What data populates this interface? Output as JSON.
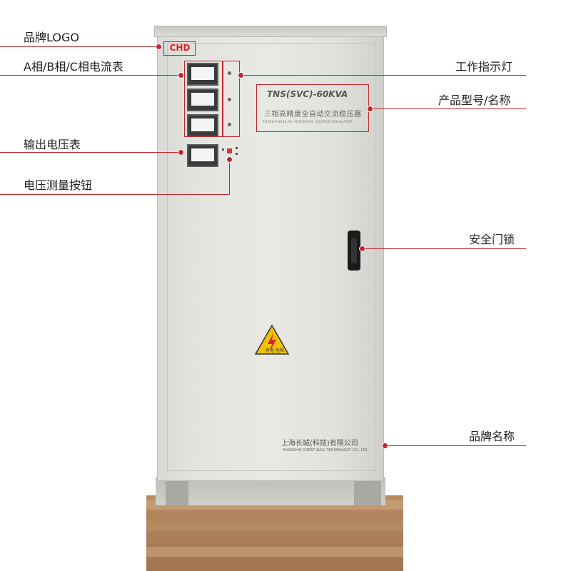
{
  "callouts": {
    "logo": "品牌LOGO",
    "ammeters": "A相/B相/C相电流表",
    "voltmeter": "输出电压表",
    "measure_button": "电压测量按钮",
    "indicator_lights": "工作指示灯",
    "model_name": "产品型号/名称",
    "door_lock": "安全门锁",
    "brand_name": "品牌名称"
  },
  "cabinet": {
    "logo_text": "CHD",
    "model": "TNS(SVC)-60KVA",
    "model_cn": "三相高精度全自动交流稳压器",
    "model_en": "THREE-PHASE AC AUTOMATIC VOLTAGE REGULATOR",
    "brand_cn": "上海长城(科技)有限公司",
    "brand_en": "SHANGHAI GREAT WALL TECHNOLOGY CO., LTD.",
    "warning_text": "有电 危险"
  },
  "colors": {
    "accent": "#c0282e",
    "cabinet": "#e4e4e0",
    "pallet": "#b88a63"
  }
}
